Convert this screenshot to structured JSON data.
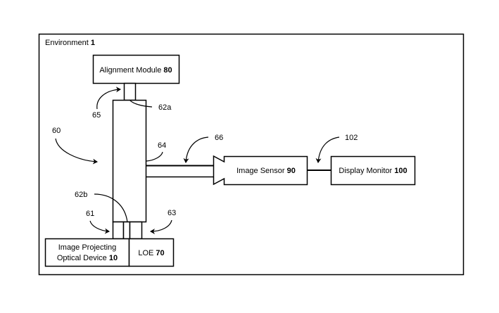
{
  "environment": {
    "label": "Environment ",
    "number": "1"
  },
  "boxes": {
    "alignment_module": {
      "label": "Alignment Module ",
      "number": "80"
    },
    "image_projecting": {
      "line1": "Image Projecting",
      "line2": "Optical Device ",
      "number": "10"
    },
    "loe": {
      "label": "LOE ",
      "number": "70"
    },
    "image_sensor": {
      "label": "Image Sensor ",
      "number": "90"
    },
    "display_monitor": {
      "label": "Display Monitor ",
      "number": "100"
    }
  },
  "refs": {
    "r60": "60",
    "r61": "61",
    "r62a": "62a",
    "r62b": "62b",
    "r63": "63",
    "r64": "64",
    "r65": "65",
    "r66": "66",
    "r102": "102"
  }
}
